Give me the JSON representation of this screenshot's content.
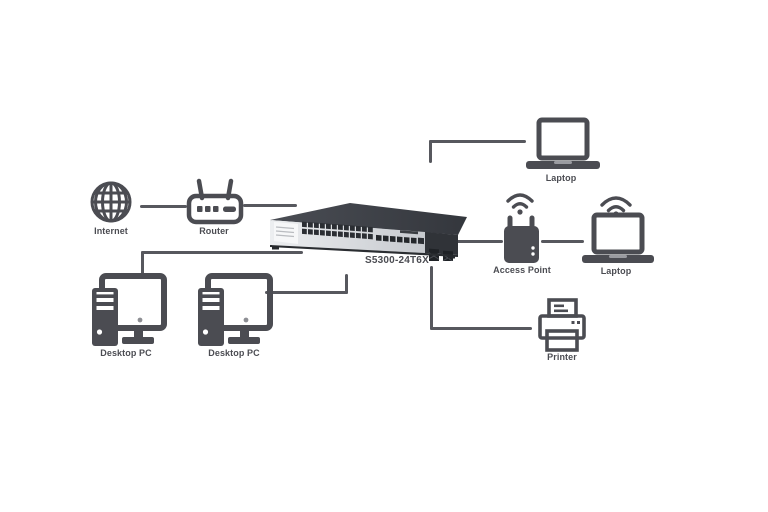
{
  "diagram": {
    "type": "network-topology",
    "background_color": "#ffffff",
    "icon_color": "#4b4c52",
    "line_color": "#57585e"
  },
  "nodes": {
    "internet": {
      "label": "Internet",
      "icon": "globe-icon"
    },
    "router": {
      "label": "Router",
      "icon": "router-icon"
    },
    "switch": {
      "label": "S5300-24T6X",
      "icon": "network-switch-image",
      "rj45_ports": 24,
      "sfp_ports": 6
    },
    "laptop_top": {
      "label": "Laptop",
      "icon": "laptop-icon"
    },
    "access_point": {
      "label": "Access Point",
      "icon": "access-point-icon"
    },
    "laptop_right": {
      "label": "Laptop",
      "icon": "laptop-icon",
      "wireless": true
    },
    "printer": {
      "label": "Printer",
      "icon": "printer-icon"
    },
    "desktop_pc_1": {
      "label": "Desktop PC",
      "icon": "desktop-pc-icon"
    },
    "desktop_pc_2": {
      "label": "Desktop PC",
      "icon": "desktop-pc-icon"
    }
  },
  "connections": [
    {
      "from": "internet",
      "to": "router"
    },
    {
      "from": "router",
      "to": "switch"
    },
    {
      "from": "switch",
      "to": "laptop_top"
    },
    {
      "from": "switch",
      "to": "access_point"
    },
    {
      "from": "access_point",
      "to": "laptop_right"
    },
    {
      "from": "switch",
      "to": "printer"
    },
    {
      "from": "switch",
      "to": "desktop_pc_1"
    },
    {
      "from": "switch",
      "to": "desktop_pc_2"
    }
  ]
}
